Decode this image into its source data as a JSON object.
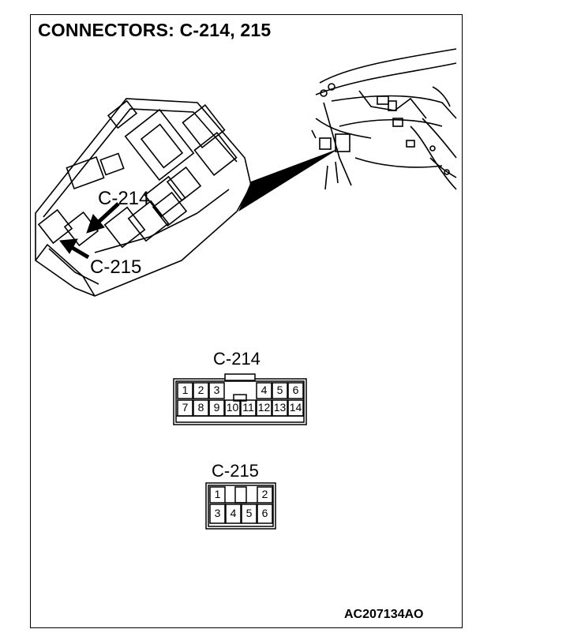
{
  "title": "CONNECTORS: C-214, 215",
  "figure_id": "AC207134AO",
  "callouts": {
    "c214": "C-214",
    "c215": "C-215"
  },
  "c214": {
    "label": "C-214",
    "top_pins": [
      "1",
      "2",
      "3",
      "",
      "4",
      "5",
      "6"
    ],
    "bottom_pins": [
      "7",
      "8",
      "9",
      "10",
      "11",
      "12",
      "13",
      "14"
    ]
  },
  "c215": {
    "label": "C-215",
    "top_pins": [
      "1",
      "",
      "",
      "2"
    ],
    "bottom_pins": [
      "3",
      "4",
      "5",
      "6"
    ]
  }
}
